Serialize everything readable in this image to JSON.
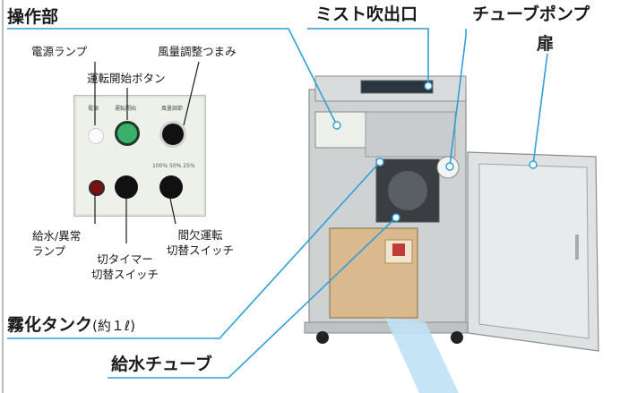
{
  "labels": {
    "control_panel": "操作部",
    "mist_outlet": "ミスト吹出口",
    "tube_pump": "チューブポンプ",
    "door": "扉",
    "power_lamp": "電源ランプ",
    "start_button": "運転開始ボタン",
    "airflow_knob": "風量調整つまみ",
    "water_error_lamp": "給水/異常\nランプ",
    "off_timer_switch": "切タイマー\n切替スイッチ",
    "intermittent_switch": "間欠運転\n切替スイッチ",
    "atomizer_tank_main": "霧化タンク",
    "atomizer_tank_sub": "(約１ℓ)",
    "water_tube": "給水チューブ"
  },
  "panel_text": {
    "power": "電源",
    "start": "運転開始",
    "airflow": "風量調節",
    "levels": "100% 50% 25%"
  },
  "colors": {
    "accent": "#2e9fd8",
    "start_button": "#3bb06a",
    "panel_bg": "#eef0ea"
  }
}
